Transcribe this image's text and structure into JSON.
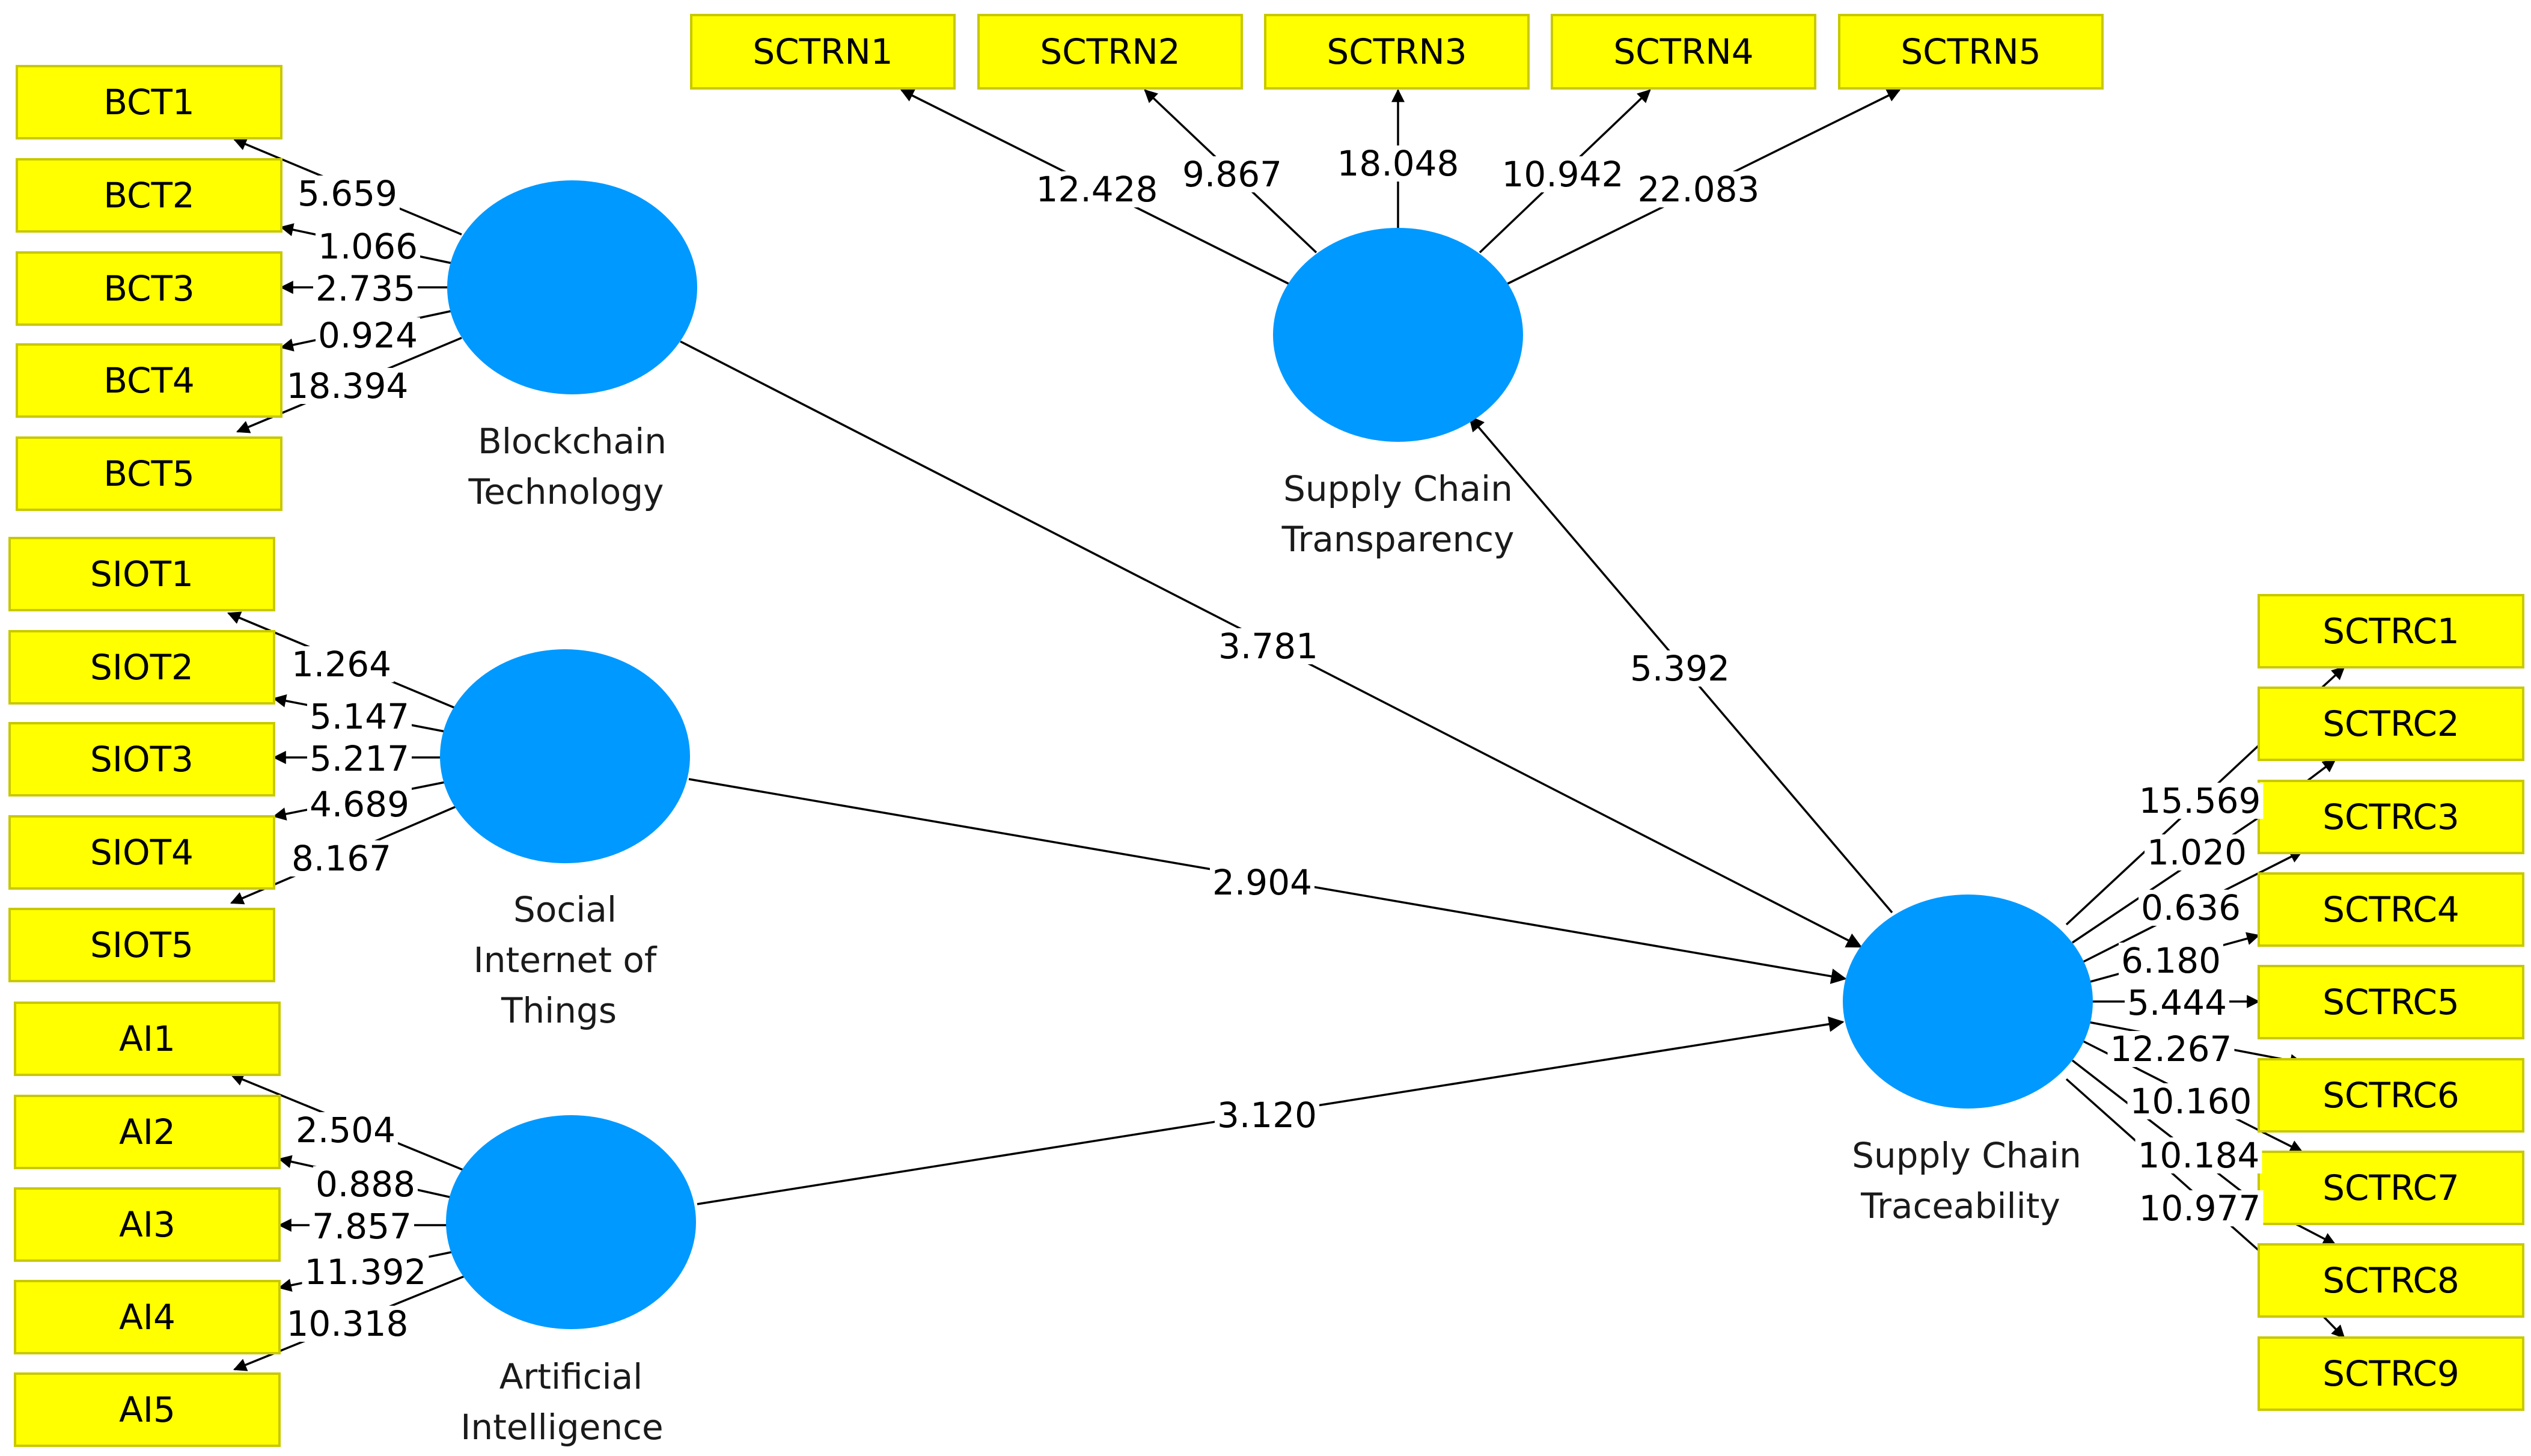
{
  "colors": {
    "indicator_fill": "#ffff00",
    "indicator_stroke": "#c8c800",
    "construct_fill": "#0099ff",
    "line": "#000000"
  },
  "constructs": [
    {
      "id": "BCT",
      "label_lines": [
        "Blockchain",
        "Technology"
      ]
    },
    {
      "id": "SIOT",
      "label_lines": [
        "Social",
        "Internet of",
        "Things"
      ]
    },
    {
      "id": "AI",
      "label_lines": [
        "Artificial",
        "Intelligence"
      ]
    },
    {
      "id": "SCTRN",
      "label_lines": [
        "Supply Chain",
        "Transparency"
      ]
    },
    {
      "id": "SCTRC",
      "label_lines": [
        "Supply Chain",
        "Traceability"
      ]
    }
  ],
  "indicators": [
    {
      "name": "BCT1",
      "construct": "BCT",
      "loading": "5.659"
    },
    {
      "name": "BCT2",
      "construct": "BCT",
      "loading": "1.066"
    },
    {
      "name": "BCT3",
      "construct": "BCT",
      "loading": "2.735"
    },
    {
      "name": "BCT4",
      "construct": "BCT",
      "loading": "0.924"
    },
    {
      "name": "BCT5",
      "construct": "BCT",
      "loading": "18.394"
    },
    {
      "name": "SIOT1",
      "construct": "SIOT",
      "loading": "1.264"
    },
    {
      "name": "SIOT2",
      "construct": "SIOT",
      "loading": "5.147"
    },
    {
      "name": "SIOT3",
      "construct": "SIOT",
      "loading": "5.217"
    },
    {
      "name": "SIOT4",
      "construct": "SIOT",
      "loading": "4.689"
    },
    {
      "name": "SIOT5",
      "construct": "SIOT",
      "loading": "8.167"
    },
    {
      "name": "AI1",
      "construct": "AI",
      "loading": "2.504"
    },
    {
      "name": "AI2",
      "construct": "AI",
      "loading": "0.888"
    },
    {
      "name": "AI3",
      "construct": "AI",
      "loading": "7.857"
    },
    {
      "name": "AI4",
      "construct": "AI",
      "loading": "11.392"
    },
    {
      "name": "AI5",
      "construct": "AI",
      "loading": "10.318"
    },
    {
      "name": "SCTRN1",
      "construct": "SCTRN",
      "loading": "12.428"
    },
    {
      "name": "SCTRN2",
      "construct": "SCTRN",
      "loading": "9.867"
    },
    {
      "name": "SCTRN3",
      "construct": "SCTRN",
      "loading": "18.048"
    },
    {
      "name": "SCTRN4",
      "construct": "SCTRN",
      "loading": "10.942"
    },
    {
      "name": "SCTRN5",
      "construct": "SCTRN",
      "loading": "22.083"
    },
    {
      "name": "SCTRC1",
      "construct": "SCTRC",
      "loading": "15.569"
    },
    {
      "name": "SCTRC2",
      "construct": "SCTRC",
      "loading": "1.020"
    },
    {
      "name": "SCTRC3",
      "construct": "SCTRC",
      "loading": "0.636"
    },
    {
      "name": "SCTRC4",
      "construct": "SCTRC",
      "loading": "6.180"
    },
    {
      "name": "SCTRC5",
      "construct": "SCTRC",
      "loading": "5.444"
    },
    {
      "name": "SCTRC6",
      "construct": "SCTRC",
      "loading": "12.267"
    },
    {
      "name": "SCTRC7",
      "construct": "SCTRC",
      "loading": "10.160"
    },
    {
      "name": "SCTRC8",
      "construct": "SCTRC",
      "loading": "10.184"
    },
    {
      "name": "SCTRC9",
      "construct": "SCTRC",
      "loading": "10.977"
    }
  ],
  "paths": [
    {
      "from": "BCT",
      "to": "SCTRC",
      "value": "3.781"
    },
    {
      "from": "SIOT",
      "to": "SCTRC",
      "value": "2.904"
    },
    {
      "from": "AI",
      "to": "SCTRC",
      "value": "3.120"
    },
    {
      "from": "SCTRC",
      "to": "SCTRN",
      "value": "5.392"
    }
  ]
}
